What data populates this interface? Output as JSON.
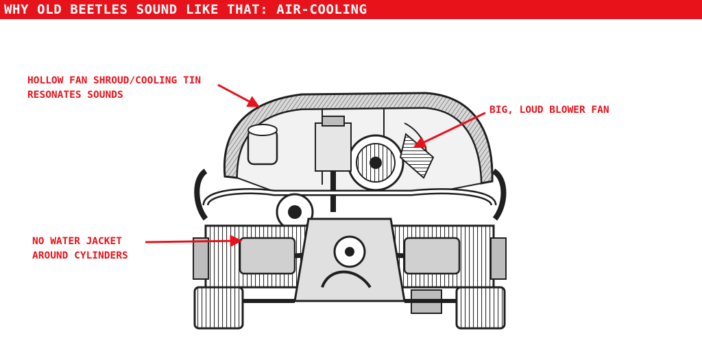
{
  "header": {
    "title": "WHY OLD BEETLES SOUND LIKE THAT: AIR-COOLING",
    "bar_color": "#e8121b",
    "text_color": "#ffffff"
  },
  "annotations": {
    "color": "#e8121b",
    "shroud": {
      "line1": "HOLLOW FAN SHROUD/COOLING TIN",
      "line2": "RESONATES SOUNDS"
    },
    "fan": {
      "line1": "BIG, LOUD BLOWER FAN"
    },
    "jacket": {
      "line1": "NO WATER JACKET",
      "line2": "AROUND CYLINDERS"
    }
  },
  "illustration": {
    "subject": "engine-cutaway-icon",
    "ink_color": "#1f1f1f"
  }
}
